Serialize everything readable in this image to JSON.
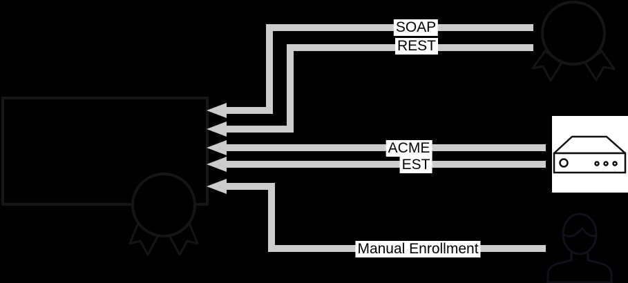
{
  "colors": {
    "background": "#000000",
    "connector": "#cccccc",
    "label_bg": "#ffffff",
    "label_text": "#000000",
    "outline_dark": "#161616",
    "person_stroke": "#12121a",
    "server_stroke": "#0d0d0d",
    "server_bg": "#ffffff"
  },
  "labels": {
    "soap": "SOAP",
    "rest": "REST",
    "acme": "ACME",
    "est": "EST",
    "manual": "Manual Enrollment"
  },
  "icons": {
    "left_node": "certificate-document-with-seal-icon",
    "top_right_node": "award-ribbon-icon",
    "middle_right_node": "server-appliance-icon",
    "bottom_right_node": "person-icon"
  }
}
